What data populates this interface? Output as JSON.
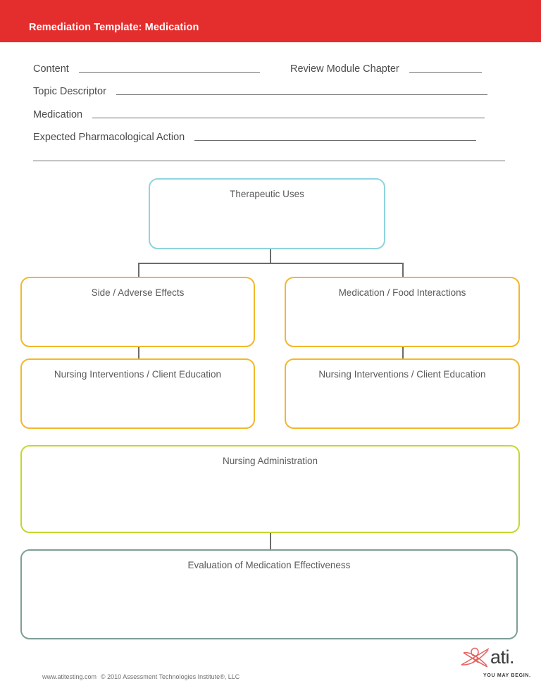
{
  "header": {
    "title": "Remediation Template: Medication",
    "background_color": "#e42d2d",
    "text_color": "#ffffff"
  },
  "form": {
    "fields": [
      {
        "label": "Content",
        "value": "",
        "placeholder": ""
      },
      {
        "label": "Review Module Chapter",
        "value": "",
        "placeholder": ""
      },
      {
        "label": "Topic Descriptor",
        "value": "",
        "placeholder": ""
      },
      {
        "label": "Medication",
        "value": "",
        "placeholder": ""
      },
      {
        "label": "Expected Pharmacological Action",
        "value": "",
        "placeholder": ""
      },
      {
        "label": "",
        "value": "",
        "placeholder": ""
      }
    ]
  },
  "diagram": {
    "boxes": [
      {
        "label": "Therapeutic Uses",
        "color": "#8fd4dd",
        "value": ""
      },
      {
        "label": "Side / Adverse Effects",
        "color": "#f2b829",
        "value": ""
      },
      {
        "label": "Medication / Food Interactions",
        "color": "#f2b829",
        "value": ""
      },
      {
        "label": "Nursing Interventions / Client Education",
        "color": "#f2b829",
        "value": ""
      },
      {
        "label": "Nursing Interventions / Client Education",
        "color": "#f2b829",
        "value": ""
      },
      {
        "label": "Nursing Administration",
        "color": "#c4d82e",
        "value": ""
      },
      {
        "label": "Evaluation of Medication Effectiveness",
        "color": "#7e9e96",
        "value": ""
      }
    ],
    "connector_color": "#6b6b6b"
  },
  "footer": {
    "website": "www.atitesting.com",
    "copyright": "© 2010 Assessment Technologies Institute®, LLC",
    "logo": {
      "wordmark": "ati.",
      "tagline": "YOU MAY BEGIN.",
      "mark_color": "#e8615f",
      "word_color": "#3b3b3b"
    }
  }
}
